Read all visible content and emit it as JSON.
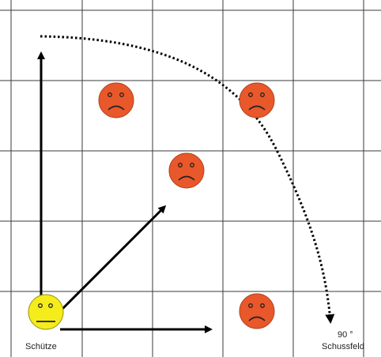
{
  "labels": {
    "shooter": "Schütze",
    "angle": "90 °",
    "field": "Schussfeld"
  },
  "colors": {
    "shooter_face": "#f5ec1c",
    "target_face": "#e8582a",
    "target_outline": "#b3421c",
    "arrows": "#000000",
    "grid": "#3a3a3a"
  },
  "icons": {
    "shooter": "neutral-face-icon",
    "targets": "sad-face-icon"
  },
  "targets_count": 4
}
